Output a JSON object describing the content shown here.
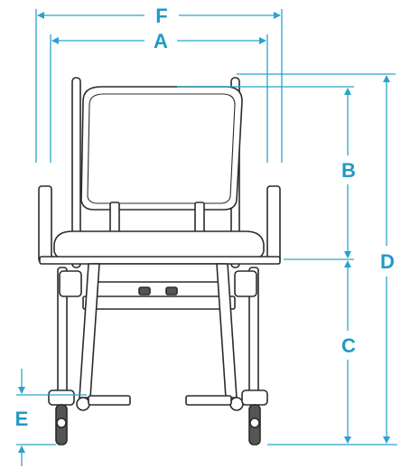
{
  "diagram": {
    "labels": {
      "F": "F",
      "A": "A",
      "B": "B",
      "C": "C",
      "D": "D",
      "E": "E"
    },
    "colors": {
      "dimension": "#2aa3cc",
      "label": "#1e9bc4",
      "outline": "#2b2b2b",
      "background": "#ffffff"
    }
  }
}
